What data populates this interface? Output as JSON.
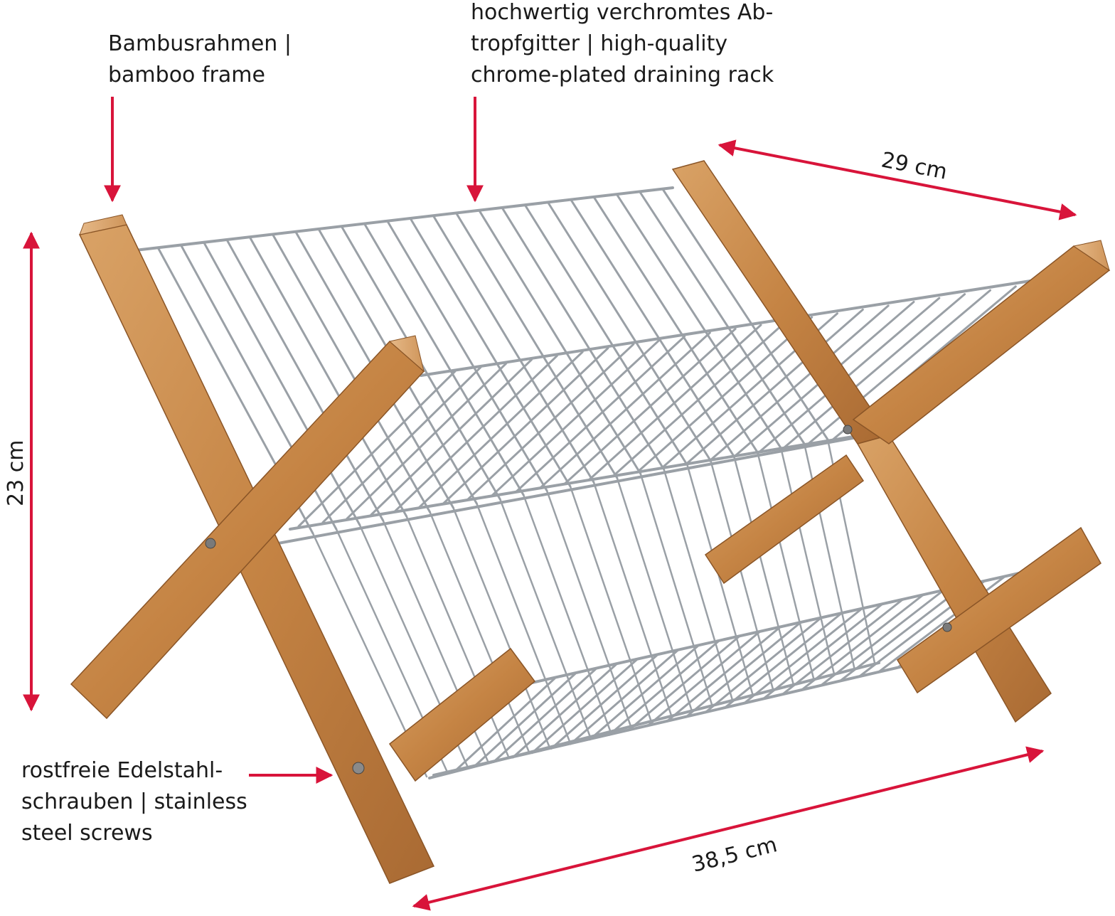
{
  "labels": {
    "bamboo_frame": "Bambusrahmen |\nbamboo frame",
    "chrome_rack": "hochwertig verchromtes Ab-\ntropfgitter | high-quality\nchrome-plated draining rack",
    "screws": "rostfreie Edelstahl-\nschrauben | stainless\nsteel screws"
  },
  "dimensions": {
    "height": "23 cm",
    "depth": "29 cm",
    "width": "38,5 cm"
  },
  "colors": {
    "arrow": "#d8143a",
    "bamboo": "#c98a4b",
    "chrome": "#9aa0a6"
  }
}
